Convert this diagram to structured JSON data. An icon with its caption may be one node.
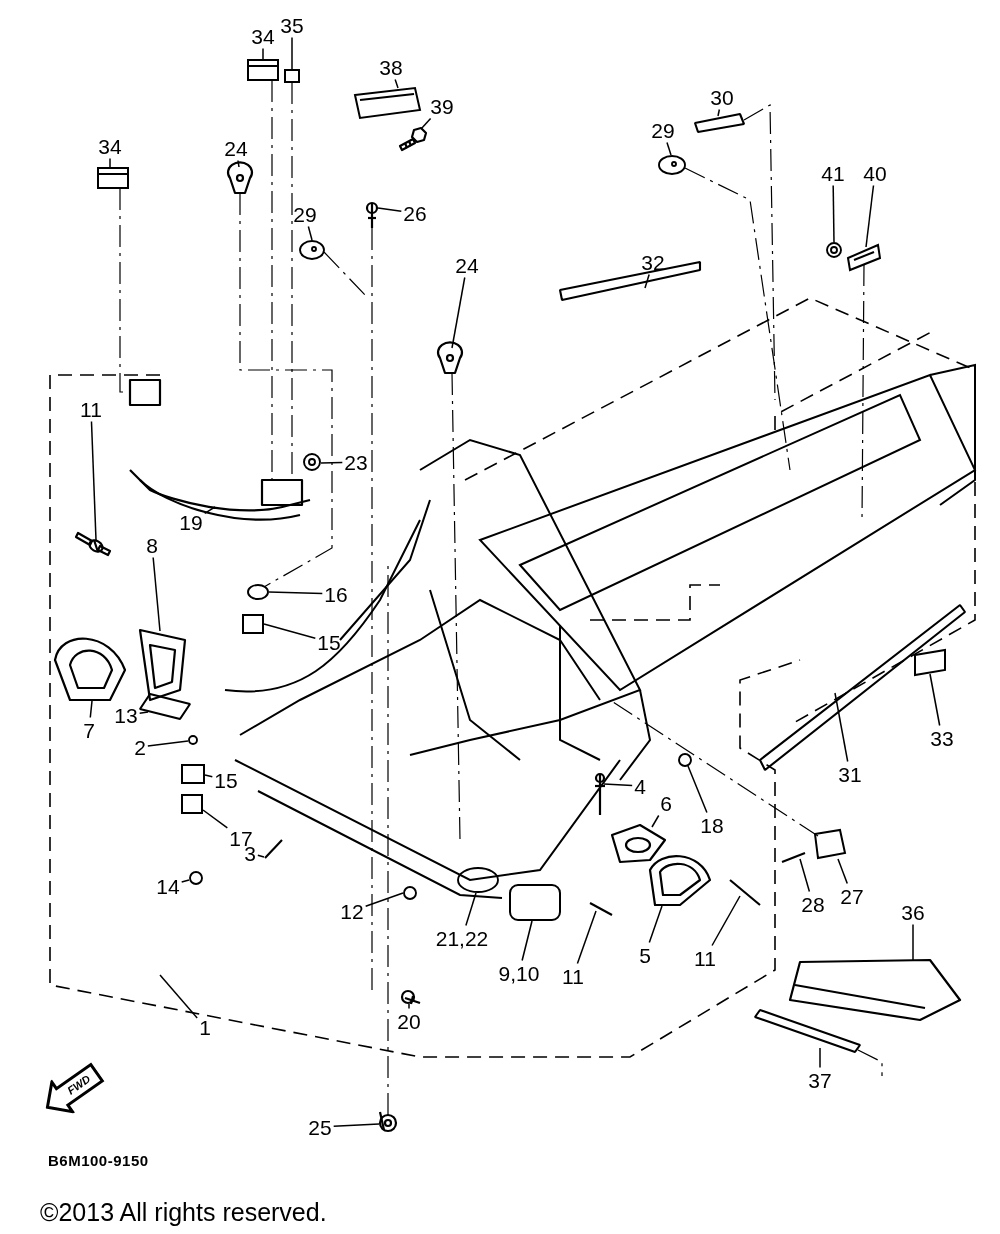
{
  "diagram": {
    "nodes": [
      {
        "text": [
          "34"
        ]
      },
      {
        "text": [
          "35"
        ]
      },
      {
        "text": [
          "38"
        ]
      },
      {
        "text": [
          "39"
        ]
      },
      {
        "text": [
          "34"
        ]
      },
      {
        "text": [
          "24"
        ]
      },
      {
        "text": [
          "26"
        ]
      },
      {
        "text": [
          "29"
        ]
      },
      {
        "text": [
          "29"
        ]
      },
      {
        "text": [
          "30"
        ]
      },
      {
        "text": [
          "41"
        ]
      },
      {
        "text": [
          "40"
        ]
      },
      {
        "text": [
          "32"
        ]
      },
      {
        "text": [
          "24"
        ]
      },
      {
        "text": [
          "23"
        ]
      },
      {
        "text": [
          "11"
        ]
      },
      {
        "text": [
          "19"
        ]
      },
      {
        "text": [
          "16"
        ]
      },
      {
        "text": [
          "8"
        ]
      },
      {
        "text": [
          "15"
        ]
      },
      {
        "text": [
          "7"
        ]
      },
      {
        "text": [
          "13"
        ]
      },
      {
        "text": [
          "2"
        ]
      },
      {
        "text": [
          "15"
        ]
      },
      {
        "text": [
          "17"
        ]
      },
      {
        "text": [
          "3"
        ]
      },
      {
        "text": [
          "14"
        ]
      },
      {
        "text": [
          "12"
        ]
      },
      {
        "text": [
          "21,22"
        ]
      },
      {
        "text": [
          "9,10"
        ]
      },
      {
        "text": [
          "20"
        ]
      },
      {
        "text": [
          "11"
        ]
      },
      {
        "text": [
          "5"
        ]
      },
      {
        "text": [
          "11"
        ]
      },
      {
        "text": [
          "4"
        ]
      },
      {
        "text": [
          "6"
        ]
      },
      {
        "text": [
          "18"
        ]
      },
      {
        "text": [
          "31"
        ]
      },
      {
        "text": [
          "33"
        ]
      },
      {
        "text": [
          "28"
        ]
      },
      {
        "text": [
          "27"
        ]
      },
      {
        "text": [
          "36"
        ]
      },
      {
        "text": [
          "37"
        ]
      },
      {
        "text": [
          "1"
        ]
      },
      {
        "text": [
          "25"
        ]
      },
      {
        "text": [],
        "shape": "box"
      },
      {
        "text": [],
        "shape": "box"
      },
      {
        "text": [],
        "shape": "box"
      },
      {
        "text": [],
        "shape": "picture"
      },
      {
        "text": [],
        "shape": "box"
      },
      {
        "text": [],
        "shape": "picture"
      },
      {
        "text": [],
        "shape": "picture"
      },
      {
        "text": [],
        "shape": "circle"
      },
      {
        "text": [],
        "shape": "circle"
      },
      {
        "text": [],
        "shape": "bar"
      },
      {
        "text": [],
        "shape": "circle"
      },
      {
        "text": [],
        "shape": "box"
      },
      {
        "text": [],
        "shape": "bar"
      },
      {
        "text": [],
        "shape": "picture"
      },
      {
        "text": [],
        "shape": "circle"
      },
      {
        "text": [],
        "shape": "picture"
      },
      {
        "text": [],
        "shape": "picture"
      },
      {
        "text": [],
        "shape": "circle"
      },
      {
        "text": [],
        "shape": "picture"
      },
      {
        "text": [],
        "shape": "box"
      },
      {
        "text": [],
        "shape": "picture"
      },
      {
        "text": [],
        "shape": "bar"
      },
      {
        "text": [],
        "shape": "circle"
      },
      {
        "text": [],
        "shape": "box"
      },
      {
        "text": [],
        "shape": "box"
      },
      {
        "text": [],
        "shape": "bar"
      },
      {
        "text": [],
        "shape": "circle"
      },
      {
        "text": [],
        "shape": "circle"
      },
      {
        "text": [],
        "shape": "circle"
      },
      {
        "text": [],
        "shape": "box"
      },
      {
        "text": [],
        "shape": "picture"
      },
      {
        "text": [],
        "shape": "bar"
      },
      {
        "text": [],
        "shape": "picture"
      },
      {
        "text": [],
        "shape": "bar"
      },
      {
        "text": [],
        "shape": "picture"
      },
      {
        "text": [],
        "shape": "picture"
      },
      {
        "text": [],
        "shape": "circle"
      },
      {
        "text": [],
        "shape": "bar"
      },
      {
        "text": [],
        "shape": "box"
      },
      {
        "text": [],
        "shape": "bar"
      },
      {
        "text": [],
        "shape": "box"
      },
      {
        "text": [],
        "shape": "picture"
      },
      {
        "text": [],
        "shape": "bar"
      },
      {
        "text": [],
        "shape": "picture"
      }
    ],
    "edges": [
      {
        "from": 0,
        "to": 45,
        "arrow": "none"
      },
      {
        "from": 1,
        "to": 46,
        "arrow": "none"
      },
      {
        "from": 2,
        "to": 47,
        "arrow": "none"
      },
      {
        "from": 3,
        "to": 48,
        "arrow": "none"
      },
      {
        "from": 4,
        "to": 49,
        "arrow": "none"
      },
      {
        "from": 5,
        "to": 50,
        "arrow": "none"
      },
      {
        "from": 6,
        "to": 51,
        "arrow": "none"
      },
      {
        "from": 7,
        "to": 52,
        "arrow": "none"
      },
      {
        "from": 8,
        "to": 53,
        "arrow": "none"
      },
      {
        "from": 9,
        "to": 54,
        "arrow": "none"
      },
      {
        "from": 10,
        "to": 55,
        "arrow": "none"
      },
      {
        "from": 11,
        "to": 56,
        "arrow": "none"
      },
      {
        "from": 12,
        "to": 57,
        "arrow": "none"
      },
      {
        "from": 13,
        "to": 58,
        "arrow": "none"
      },
      {
        "from": 14,
        "to": 59,
        "arrow": "none"
      },
      {
        "from": 15,
        "to": 60,
        "arrow": "none"
      },
      {
        "from": 16,
        "to": 61,
        "arrow": "none"
      },
      {
        "from": 17,
        "to": 62,
        "arrow": "none"
      },
      {
        "from": 18,
        "to": 63,
        "arrow": "none"
      },
      {
        "from": 19,
        "to": 64,
        "arrow": "none"
      },
      {
        "from": 20,
        "to": 65,
        "arrow": "none"
      },
      {
        "from": 21,
        "to": 66,
        "arrow": "none"
      },
      {
        "from": 22,
        "to": 67,
        "arrow": "none"
      },
      {
        "from": 23,
        "to": 68,
        "arrow": "none"
      },
      {
        "from": 24,
        "to": 69,
        "arrow": "none"
      },
      {
        "from": 25,
        "to": 70,
        "arrow": "none"
      },
      {
        "from": 26,
        "to": 71,
        "arrow": "none"
      },
      {
        "from": 27,
        "to": 72,
        "arrow": "none"
      },
      {
        "from": 28,
        "to": 73,
        "arrow": "none"
      },
      {
        "from": 29,
        "to": 74,
        "arrow": "none"
      },
      {
        "from": 30,
        "to": 75,
        "arrow": "none"
      },
      {
        "from": 31,
        "to": 76,
        "arrow": "none"
      },
      {
        "from": 32,
        "to": 77,
        "arrow": "none"
      },
      {
        "from": 33,
        "to": 78,
        "arrow": "none"
      },
      {
        "from": 34,
        "to": 79,
        "arrow": "none"
      },
      {
        "from": 35,
        "to": 80,
        "arrow": "none"
      },
      {
        "from": 36,
        "to": 81,
        "arrow": "none"
      },
      {
        "from": 37,
        "to": 82,
        "arrow": "none"
      },
      {
        "from": 38,
        "to": 83,
        "arrow": "none"
      },
      {
        "from": 39,
        "to": 84,
        "arrow": "none"
      },
      {
        "from": 40,
        "to": 85,
        "arrow": "none"
      },
      {
        "from": 41,
        "to": 86,
        "arrow": "none"
      },
      {
        "from": 42,
        "to": 87,
        "arrow": "none"
      },
      {
        "from": 43,
        "to": null,
        "arrow": "none"
      },
      {
        "from": 44,
        "to": 88,
        "arrow": "none"
      },
      {
        "from": 45,
        "to": 61,
        "arrow": "none",
        "style": "dashed"
      },
      {
        "from": 46,
        "to": 61,
        "arrow": "none",
        "style": "dashed"
      },
      {
        "from": 49,
        "to": 61,
        "arrow": "none",
        "style": "dashed"
      },
      {
        "from": 50,
        "to": 62,
        "arrow": "none",
        "style": "dashed"
      },
      {
        "from": 51,
        "to": null,
        "arrow": "none",
        "style": "dashed"
      },
      {
        "from": 88,
        "to": null,
        "arrow": "none",
        "style": "dashed"
      },
      {
        "from": 58,
        "to": null,
        "arrow": "none",
        "style": "dashed"
      },
      {
        "from": 52,
        "to": null,
        "arrow": "none",
        "style": "dashed"
      },
      {
        "from": 53,
        "to": null,
        "arrow": "none",
        "style": "dashed"
      },
      {
        "from": 54,
        "to": null,
        "arrow": "none",
        "style": "dashed"
      },
      {
        "from": 56,
        "to": null,
        "arrow": "none",
        "style": "dashed"
      },
      {
        "from": 85,
        "to": null,
        "arrow": "none",
        "style": "dashed"
      },
      {
        "from": 87,
        "to": null,
        "arrow": "none",
        "style": "dashed"
      }
    ],
    "labels": [
      "FWD",
      "B6M100-9150",
      "©2013 All rights reserved."
    ]
  }
}
